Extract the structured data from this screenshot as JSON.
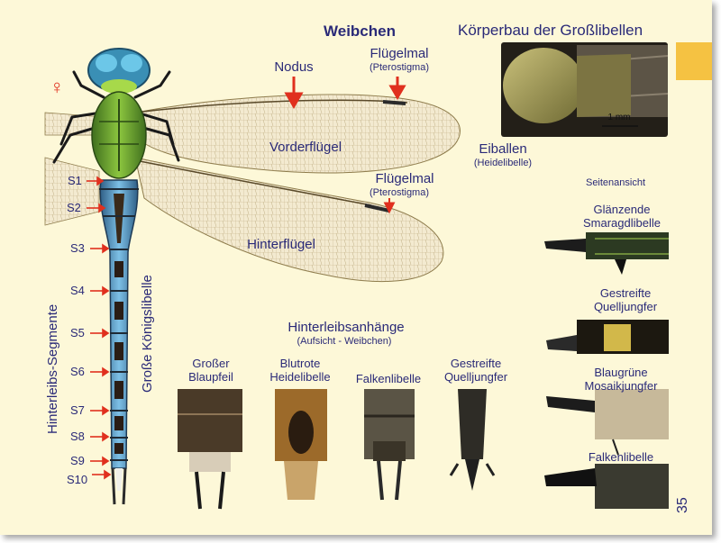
{
  "header": {
    "title": "Körperbau der Großlibellen",
    "female_label": "Weibchen",
    "female_symbol": "♀"
  },
  "wing_labels": {
    "nodus": "Nodus",
    "pterostigma_fore": "Flügelmal",
    "pterostigma_fore_sub": "(Pterostigma)",
    "pterostigma_hind": "Flügelmal",
    "pterostigma_hind_sub": "(Pterostigma)",
    "forewing": "Vorderflügel",
    "hindwing": "Hinterflügel"
  },
  "egg": {
    "label": "Eiballen",
    "sub": "(Heidelibelle)",
    "scale": "1 mm"
  },
  "segments": [
    "S1",
    "S2",
    "S3",
    "S4",
    "S5",
    "S6",
    "S7",
    "S8",
    "S9",
    "S10"
  ],
  "vertical_labels": {
    "abdomen_segments": "Hinterleibs-Segmente",
    "species": "Große Königslibelle"
  },
  "appendages": {
    "title": "Hinterleibsanhänge",
    "sub": "(Aufsicht - Weibchen)",
    "items": [
      {
        "line1": "Großer",
        "line2": "Blaupfeil"
      },
      {
        "line1": "Blutrote",
        "line2": "Heidelibelle"
      },
      {
        "line1": "Falkenlibelle",
        "line2": ""
      },
      {
        "line1": "Gestreifte",
        "line2": "Quelljungfer"
      }
    ]
  },
  "side_view": {
    "title": "Seitenansicht",
    "items": [
      {
        "line1": "Glänzende",
        "line2": "Smaragdlibelle"
      },
      {
        "line1": "Gestreifte",
        "line2": "Quelljungfer"
      },
      {
        "line1": "Blaugrüne",
        "line2": "Mosaikjungfer"
      },
      {
        "line1": "Falkenlibelle",
        "line2": ""
      }
    ]
  },
  "page_number": "35",
  "colors": {
    "background": "#fdf8d8",
    "text": "#2a2a78",
    "arrow": "#e0301e",
    "tab": "#f5c242"
  }
}
